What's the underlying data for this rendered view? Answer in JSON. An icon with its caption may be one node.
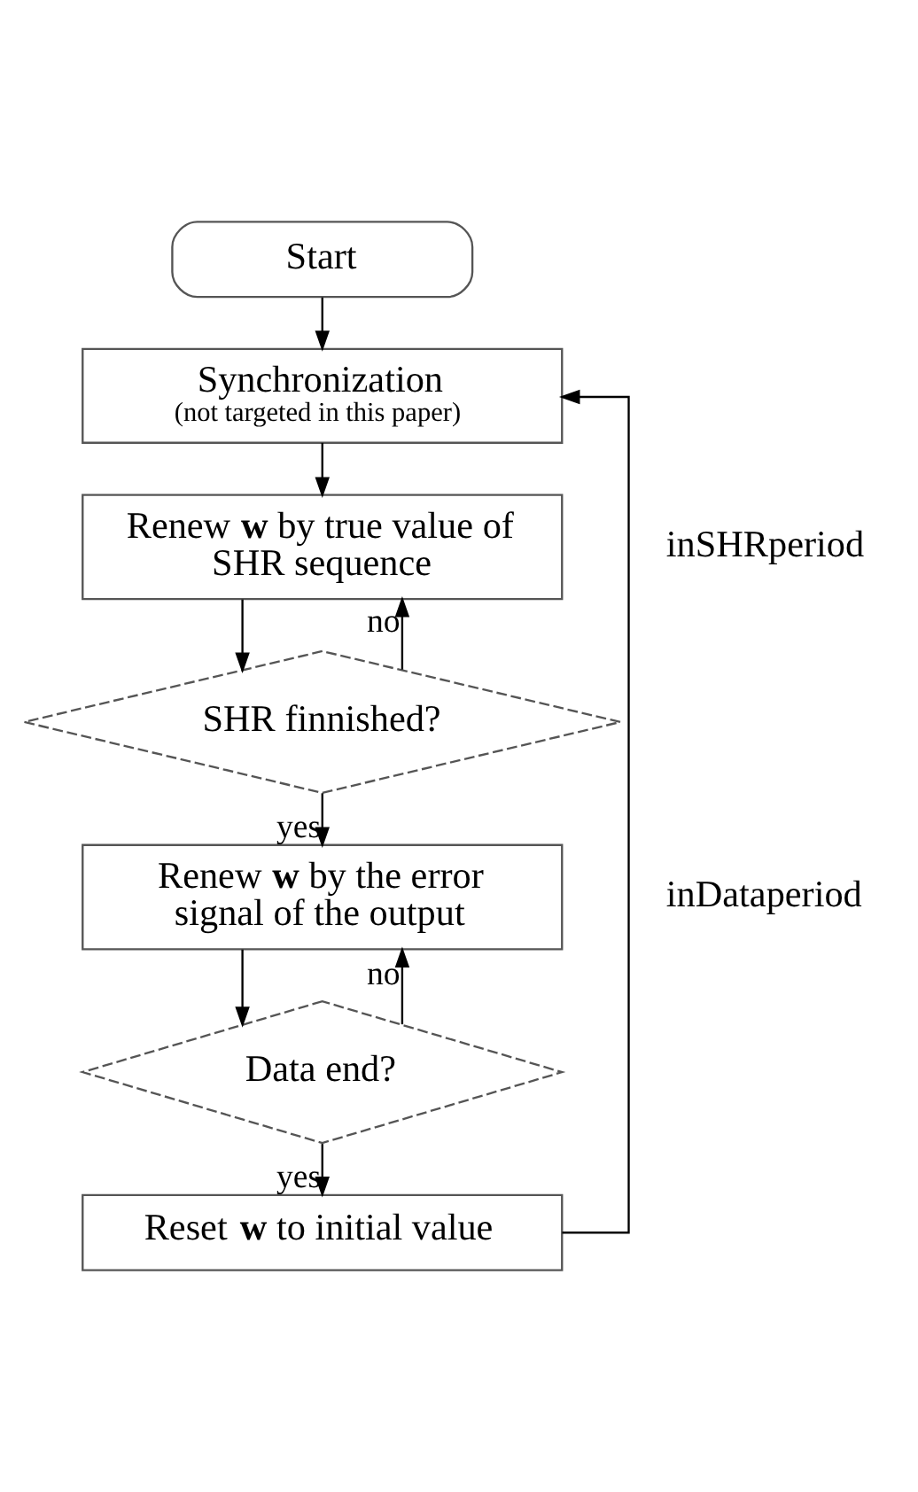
{
  "diagram": {
    "nodes": [
      {
        "text": [
          "Start"
        ]
      },
      {
        "text": [
          "Synchronization",
          "(not targeted in this paper)"
        ]
      },
      {
        "text": [
          "Renew **w** by true value of SHR sequence"
        ]
      },
      {
        "text": [
          "SHR finnished?"
        ]
      },
      {
        "text": [
          "Renew **w** by the error signal of the output"
        ]
      },
      {
        "text": [
          "Data end?"
        ]
      },
      {
        "text": [
          "Reset **w** to initial value"
        ]
      }
    ],
    "edges": [
      {
        "from": 0,
        "to": 1,
        "arrow": "to"
      },
      {
        "from": 1,
        "to": 2,
        "arrow": "to"
      },
      {
        "from": 2,
        "to": 3,
        "arrow": "to"
      },
      {
        "from": 3,
        "to": 2,
        "label": "no",
        "arrow": "to"
      },
      {
        "from": 3,
        "to": 4,
        "label": "yes",
        "arrow": "to"
      },
      {
        "from": 4,
        "to": 5,
        "arrow": "to"
      },
      {
        "from": 5,
        "to": 4,
        "label": "no",
        "arrow": "to"
      },
      {
        "from": 5,
        "to": 6,
        "label": "yes",
        "arrow": "to"
      },
      {
        "from": 6,
        "to": 1,
        "arrow": "to"
      }
    ],
    "labels": [
      "inSHRperiod",
      "inDataperiod"
    ]
  }
}
